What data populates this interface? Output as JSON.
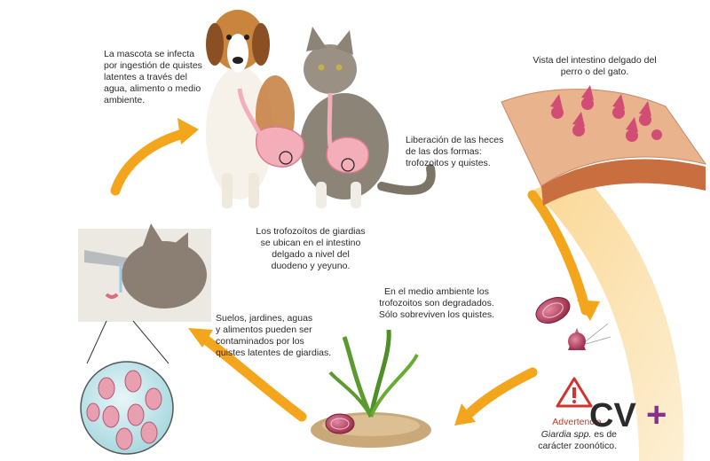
{
  "colors": {
    "arrow": "#f3a51c",
    "arrow_light": "#f7c565",
    "cyst": "#b43a5a",
    "warning": "#d0342c",
    "logo_text": "#2b2b2b",
    "logo_plus": "#8b2f8f"
  },
  "steps": {
    "infection": "La mascota se infecta\npor ingestión de quistes\nlatentes a través del\nagua, alimento o medio\nambiente.",
    "intestine_view": "Vista del intestino delgado del\nperro o del gato.",
    "release": "Liberación de las heces\nde las dos formas:\ntrofozoitos y quistes.",
    "location": "Los trofozoítos de giardias\nse ubican en el intestino\ndelgado a nivel del\nduodeno y yeyuno.",
    "environment": "En el medio ambiente los\ntrofozoitos son degradados.\nSólo sobreviven los quistes.",
    "contamination": "Suelos, jardines, aguas\ny alimentos pueden ser\ncontaminados por los\nquistes latentes de giardias."
  },
  "warning": {
    "title": "Advertencia",
    "italic": "Giardia spp.",
    "rest_line1": " es de",
    "line2": "carácter zoonótico."
  },
  "logo": {
    "text": "CV",
    "plus": "+"
  },
  "icons": [
    "dog-icon",
    "cat-icon",
    "drinking-cat-icon",
    "intestine-icon",
    "cyst-icon",
    "magnifier-icon",
    "plant-icon",
    "warning-triangle-icon"
  ]
}
